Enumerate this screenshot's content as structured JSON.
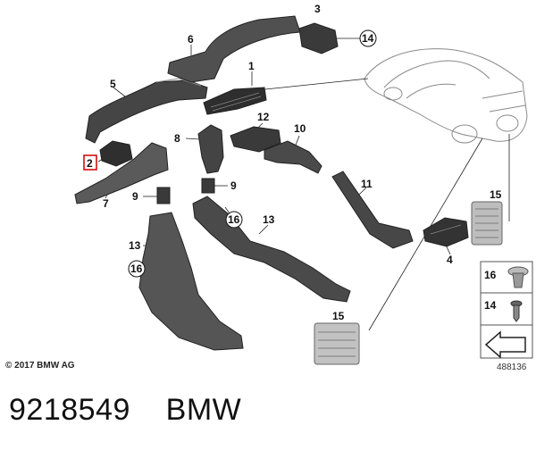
{
  "callouts": {
    "c1": "1",
    "c2": "2",
    "c3": "3",
    "c4": "4",
    "c5": "5",
    "c6": "6",
    "c7": "7",
    "c8": "8",
    "c9a": "9",
    "c9b": "9",
    "c10": "10",
    "c11": "11",
    "c12": "12",
    "c13a": "13",
    "c13b": "13",
    "c14a": "14",
    "c14b": "14",
    "c15a": "15",
    "c15b": "15",
    "c16a": "16",
    "c16b": "16",
    "c16c": "16"
  },
  "copyright": "© 2017 BMW AG",
  "drawing_number": "488136",
  "caption": {
    "part_number": "9218549",
    "brand": "BMW"
  }
}
